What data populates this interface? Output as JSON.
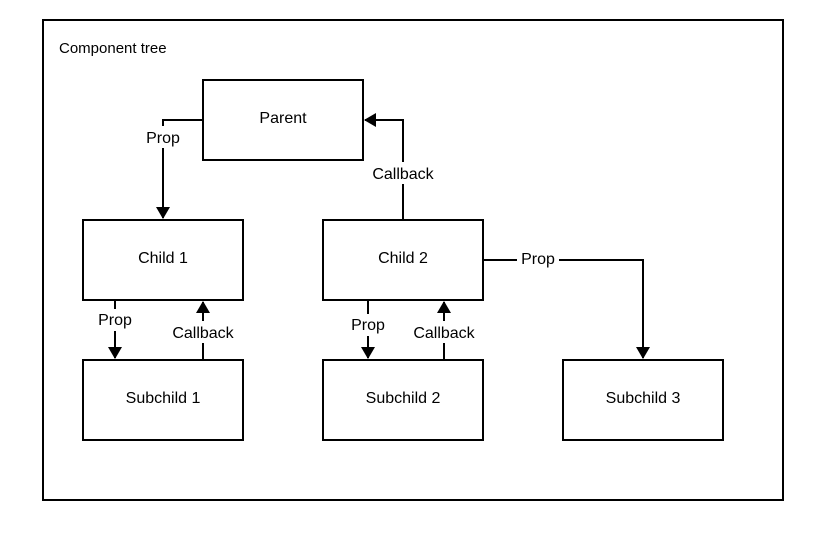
{
  "frame": {
    "title": "Component tree"
  },
  "nodes": {
    "parent": "Parent",
    "child1": "Child 1",
    "child2": "Child 2",
    "subchild1": "Subchild 1",
    "subchild2": "Subchild 2",
    "subchild3": "Subchild 3"
  },
  "edges": {
    "parent_to_child1": "Prop",
    "child2_to_parent": "Callback",
    "child1_to_subchild1": "Prop",
    "subchild1_to_child1": "Callback",
    "child2_to_subchild2": "Prop",
    "subchild2_to_child2": "Callback",
    "child2_to_subchild3": "Prop"
  }
}
